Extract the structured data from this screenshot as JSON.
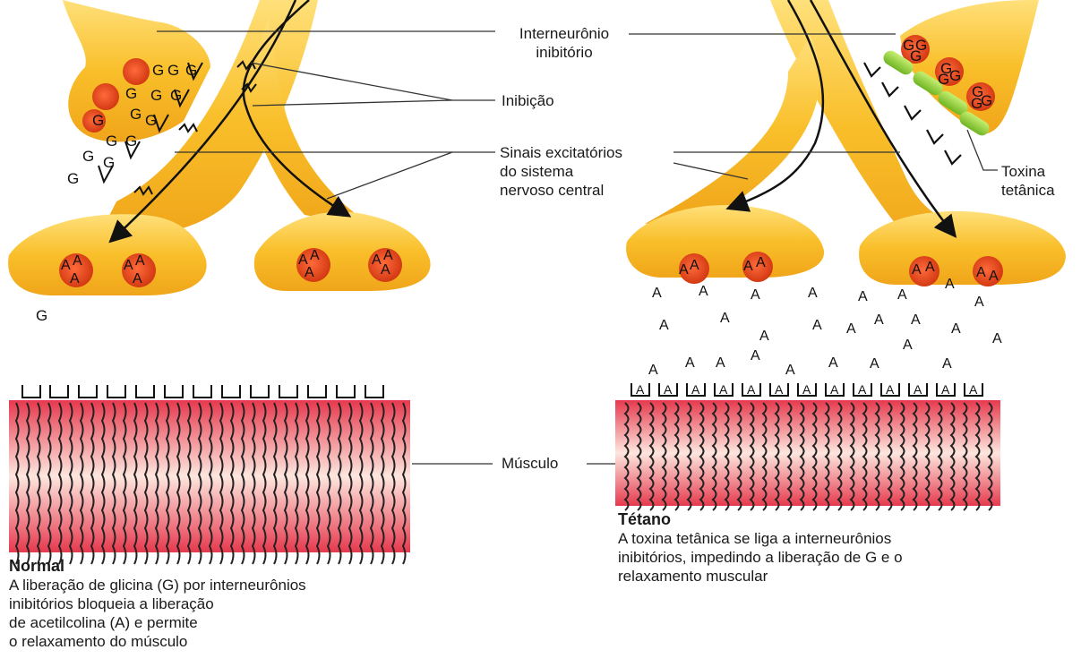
{
  "labels": {
    "interneuron_line1": "Interneurônio",
    "interneuron_line2": "inibitório",
    "inhibition": "Inibição",
    "excitatory_line1": "Sinais excitatórios",
    "excitatory_line2": "do sistema",
    "excitatory_line3": "nervoso central",
    "toxin_line1": "Toxina",
    "toxin_line2": "tetânica",
    "muscle": "Músculo",
    "glycine_symbol": "G",
    "acetylcholine_symbol": "A"
  },
  "normal": {
    "title": "Normal",
    "desc_line1": "A liberação de glicina (G) por interneurônios",
    "desc_line2": "inibitórios bloqueia a liberação",
    "desc_line3": "de acetilcolina (A) e permite",
    "desc_line4": "o relaxamento do músculo"
  },
  "tetanus": {
    "title": "Tétano",
    "desc_line1": "A toxina tetânica se liga a interneurônios",
    "desc_line2": "inibitórios, impedindo a liberação de G e o",
    "desc_line3": "relaxamento muscular"
  },
  "colors": {
    "neuron": "#f7b71f",
    "neuron_light": "#ffe37a",
    "vesicle": "#e2461b",
    "toxin": "#8fd13a",
    "muscle_edge": "#e23a4a",
    "muscle_center": "#fde3dc"
  }
}
